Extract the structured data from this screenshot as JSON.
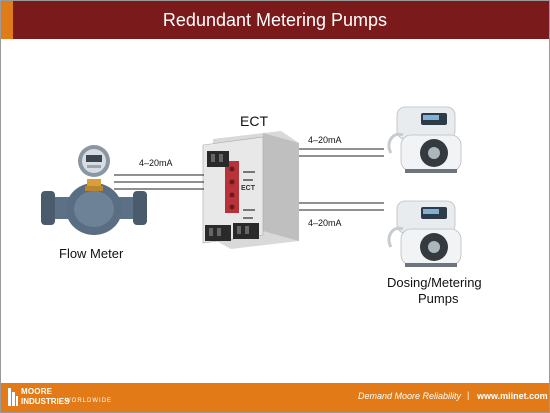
{
  "title": "Redundant Metering Pumps",
  "diagram": {
    "flow_meter_label": "Flow Meter",
    "ect_label": "ECT",
    "ect_face_text": "ECT",
    "signal_in_label": "4–20mA",
    "signal_out_top_label": "4–20mA",
    "signal_out_bottom_label": "4–20mA",
    "pumps_label_line1": "Dosing/Metering",
    "pumps_label_line2": "Pumps"
  },
  "footer": {
    "logo_line1": "MOORE",
    "logo_line2": "INDUSTRIES",
    "logo_line3": "WORLDWIDE",
    "tagline": "Demand Moore Reliability",
    "separator": "|",
    "website": "www.miinet.com"
  },
  "colors": {
    "title_bar": "#7a1a1a",
    "title_accent": "#e07b1a",
    "footer_bar": "#e27b17"
  }
}
